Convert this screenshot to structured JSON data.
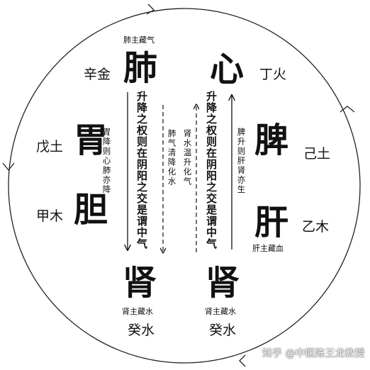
{
  "organs": {
    "lung": "肺",
    "heart": "心",
    "stomach": "胃",
    "spleen": "脾",
    "gallbladder": "胆",
    "liver": "肝",
    "kidney_left": "肾",
    "kidney_right": "肾"
  },
  "stems": {
    "xin_metal": "辛金",
    "ding_fire": "丁火",
    "wu_earth": "戊土",
    "ji_earth": "己土",
    "jia_wood": "甲木",
    "yi_wood": "乙木",
    "gui_water_left": "癸水",
    "gui_water_right": "癸水"
  },
  "functions": {
    "lung": "肺主藏气",
    "liver": "肝主藏血",
    "kidney_left": "肾主藏水",
    "kidney_right": "肾主藏水"
  },
  "vertical_texts": {
    "left_main": "升降之权则在阴阳之交是谓中气",
    "right_main": "升降之权则在阴阳之交是谓中气",
    "stomach_side": "胃降则心肺亦降",
    "spleen_side": "脾升则肝肾亦生",
    "lung_descend": "肺气清降化水",
    "kidney_ascend": "肾水温升化气"
  },
  "watermark": "知乎 @中医陈王龙教授",
  "colors": {
    "ink": "#111111",
    "background": "#ffffff"
  }
}
